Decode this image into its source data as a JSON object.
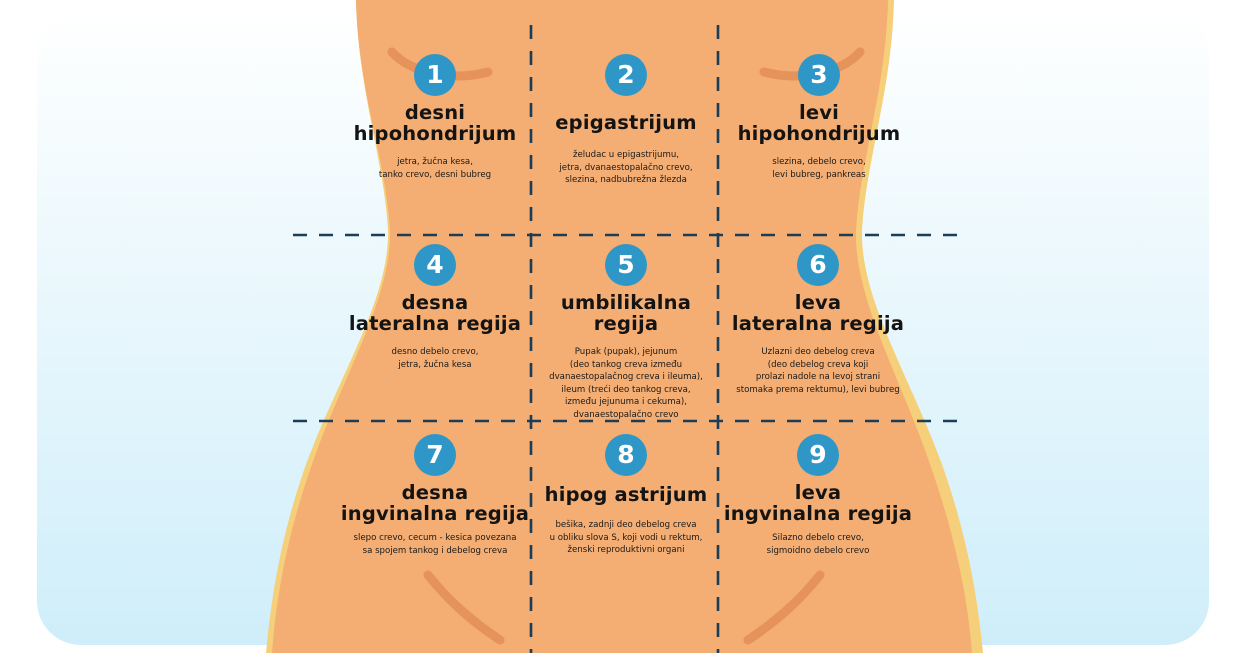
{
  "colors": {
    "background_glow": "#d7f1fb",
    "skin": "#f4ad72",
    "skin_edge": "#f6cf7a",
    "skin_crease": "#e08c56",
    "badge": "#2f97c7",
    "grid_line": "#1c3d58"
  },
  "regions": [
    {
      "number": "1",
      "title": "desni\nhipohondrijum",
      "desc": "jetra, žučna kesa,\ntanko crevo, desni bubreg"
    },
    {
      "number": "2",
      "title": "epigastrijum",
      "desc": "želudac u epigastrijumu,\njetra, dvanaestopalačno crevo,\nslezina, nadbubrežna žlezda"
    },
    {
      "number": "3",
      "title": "levi\nhipohondrijum",
      "desc": "slezina, debelo crevo,\nlevi bubreg, pankreas"
    },
    {
      "number": "4",
      "title": "desna\nlateralna regija",
      "desc": "desno debelo crevo,\njetra, žučna kesa"
    },
    {
      "number": "5",
      "title": "umbilikalna\nregija",
      "desc": "Pupak (pupak), jejunum\n(deo tankog creva između\ndvanaestopalačnog creva i ileuma),\nileum (treći deo tankog creva,\nizmeđu jejunuma i cekuma),\ndvanaestopalačno crevo"
    },
    {
      "number": "6",
      "title": "leva\nlateralna regija",
      "desc": "Uzlazni deo debelog creva\n(deo debelog creva koji\nprolazi nadole na levoj strani\nstomaka prema rektumu), levi bubreg"
    },
    {
      "number": "7",
      "title": "desna\ningvinalna regija",
      "desc": "slepo crevo, cecum - kesica povezana\nsa spojem tankog i debelog creva"
    },
    {
      "number": "8",
      "title": "hipog astrijum",
      "desc": "bešika, zadnji deo debelog creva\nu obliku slova S, koji vodi u rektum,\nženski reproduktivni organi"
    },
    {
      "number": "9",
      "title": "leva\ningvinalna regija",
      "desc": "Silazno debelo crevo,\nsigmoidno debelo crevo"
    }
  ]
}
